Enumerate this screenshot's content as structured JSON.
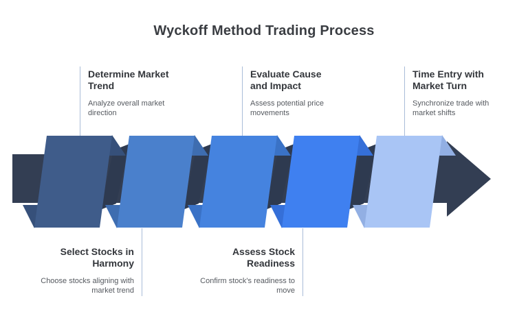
{
  "title": "Wyckoff Method Trading Process",
  "steps": [
    {
      "position": "top",
      "heading_lines": [
        "Determine Market",
        "Trend"
      ],
      "body_lines": [
        "Analyze overall market",
        "direction"
      ]
    },
    {
      "position": "bottom",
      "heading_lines": [
        "Select Stocks in",
        "Harmony"
      ],
      "body_lines": [
        "Choose stocks aligning with",
        "market trend"
      ]
    },
    {
      "position": "top",
      "heading_lines": [
        "Evaluate Cause",
        "and Impact"
      ],
      "body_lines": [
        "Assess potential price",
        "movements"
      ]
    },
    {
      "position": "bottom",
      "heading_lines": [
        "Assess Stock",
        "Readiness"
      ],
      "body_lines": [
        "Confirm stock's readiness to",
        "move"
      ]
    },
    {
      "position": "top",
      "heading_lines": [
        "Time Entry with",
        "Market Turn"
      ],
      "body_lines": [
        "Synchronize trade with",
        "market shifts"
      ]
    }
  ],
  "colors": {
    "arrow": "#333e53",
    "gap_shadow": "#2e3a50",
    "ribbons": [
      "#3f5c8a",
      "#4a80cc",
      "#4583df",
      "#3f80f0",
      "#a9c5f5"
    ],
    "folds": [
      "#36507a",
      "#3e6db0",
      "#3a72c6",
      "#356fd8",
      "#92afe3"
    ],
    "connector": "#a9bcd8",
    "title_text": "#3a3d42",
    "heading_text": "#33363b",
    "body_text": "#55595f"
  }
}
